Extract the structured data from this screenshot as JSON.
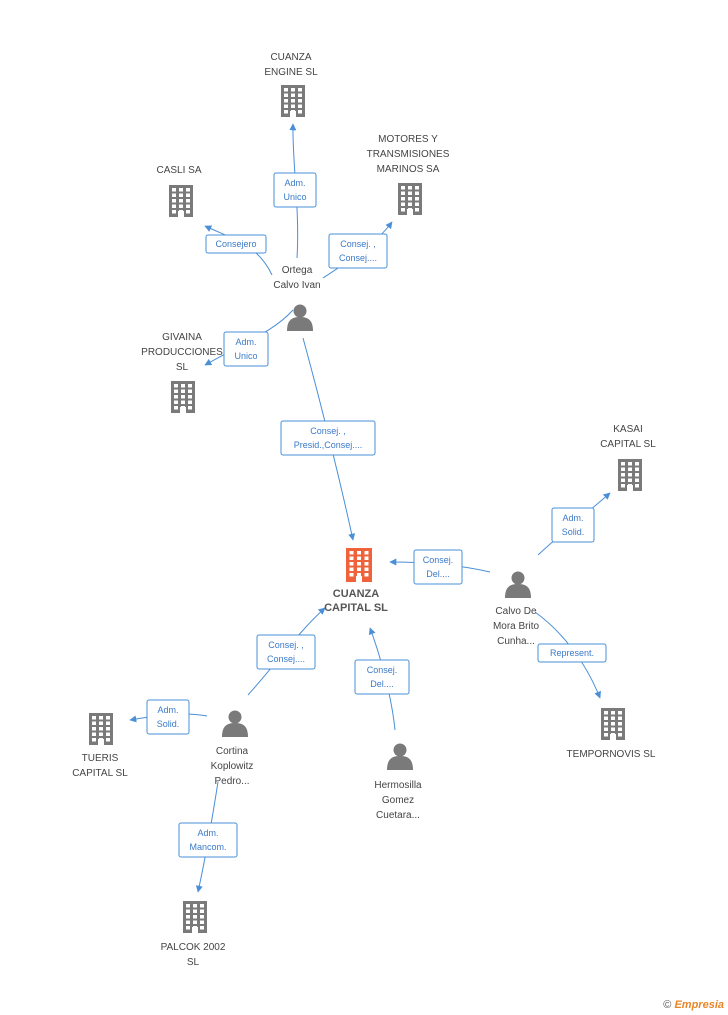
{
  "colors": {
    "company": "#7a7a7a",
    "main_company": "#f0623a",
    "person": "#7a7a7a",
    "edge": "#4a8fd8"
  },
  "nodes": [
    {
      "id": "cuanza_engine",
      "kind": "company",
      "lines": [
        "CUANZA",
        "ENGINE  SL"
      ],
      "icon": "building-icon"
    },
    {
      "id": "casli",
      "kind": "company",
      "lines": [
        "CASLI SA"
      ],
      "icon": "building-icon"
    },
    {
      "id": "motores",
      "kind": "company",
      "lines": [
        "MOTORES Y",
        "TRANSMISIONES",
        "MARINOS SA"
      ],
      "icon": "building-icon"
    },
    {
      "id": "ortega",
      "kind": "person",
      "lines": [
        "Ortega",
        "Calvo Ivan"
      ],
      "icon": "person-icon"
    },
    {
      "id": "givaina",
      "kind": "company",
      "lines": [
        "GIVAINA",
        "PRODUCCIONES",
        "SL"
      ],
      "icon": "building-icon"
    },
    {
      "id": "kasai",
      "kind": "company",
      "lines": [
        "KASAI",
        "CAPITAL SL"
      ],
      "icon": "building-icon"
    },
    {
      "id": "cuanza_capital",
      "kind": "main",
      "lines": [
        "CUANZA",
        "CAPITAL SL"
      ],
      "icon": "building-icon"
    },
    {
      "id": "calvo",
      "kind": "person",
      "lines": [
        "Calvo De",
        "Mora Brito",
        "Cunha..."
      ],
      "icon": "person-icon"
    },
    {
      "id": "tempornovis",
      "kind": "company",
      "lines": [
        "TEMPORNOVIS SL"
      ],
      "icon": "building-icon"
    },
    {
      "id": "tueris",
      "kind": "company",
      "lines": [
        "TUERIS",
        "CAPITAL SL"
      ],
      "icon": "building-icon"
    },
    {
      "id": "cortina",
      "kind": "person",
      "lines": [
        "Cortina",
        "Koplowitz",
        "Pedro..."
      ],
      "icon": "person-icon"
    },
    {
      "id": "hermosilla",
      "kind": "person",
      "lines": [
        "Hermosilla",
        "Gomez",
        "Cuetara..."
      ],
      "icon": "person-icon"
    },
    {
      "id": "palcok",
      "kind": "company",
      "lines": [
        "PALCOK 2002",
        "SL"
      ],
      "icon": "building-icon"
    }
  ],
  "edges": [
    {
      "id": "e1",
      "from": "ortega",
      "to": "cuanza_engine",
      "lines": [
        "Adm.",
        "Unico"
      ]
    },
    {
      "id": "e2",
      "from": "ortega",
      "to": "casli",
      "lines": [
        "Consejero"
      ]
    },
    {
      "id": "e3",
      "from": "ortega",
      "to": "motores",
      "lines": [
        "Consej. ,",
        "Consej...."
      ]
    },
    {
      "id": "e4",
      "from": "ortega",
      "to": "givaina",
      "lines": [
        "Adm.",
        "Unico"
      ]
    },
    {
      "id": "e5",
      "from": "ortega",
      "to": "cuanza_capital",
      "lines": [
        "Consej. ,",
        "Presid.,Consej...."
      ]
    },
    {
      "id": "e6",
      "from": "calvo",
      "to": "kasai",
      "lines": [
        "Adm.",
        "Solid."
      ]
    },
    {
      "id": "e7",
      "from": "calvo",
      "to": "cuanza_capital",
      "lines": [
        "Consej.",
        "Del...."
      ]
    },
    {
      "id": "e8",
      "from": "calvo",
      "to": "tempornovis",
      "lines": [
        "Represent."
      ]
    },
    {
      "id": "e9",
      "from": "cortina",
      "to": "cuanza_capital",
      "lines": [
        "Consej. ,",
        "Consej...."
      ]
    },
    {
      "id": "e10",
      "from": "cortina",
      "to": "tueris",
      "lines": [
        "Adm.",
        "Solid."
      ]
    },
    {
      "id": "e11",
      "from": "cortina",
      "to": "palcok",
      "lines": [
        "Adm.",
        "Mancom."
      ]
    },
    {
      "id": "e12",
      "from": "hermosilla",
      "to": "cuanza_capital",
      "lines": [
        "Consej.",
        "Del...."
      ]
    }
  ],
  "footer": {
    "copyright": "©",
    "brand": "Empresia"
  }
}
